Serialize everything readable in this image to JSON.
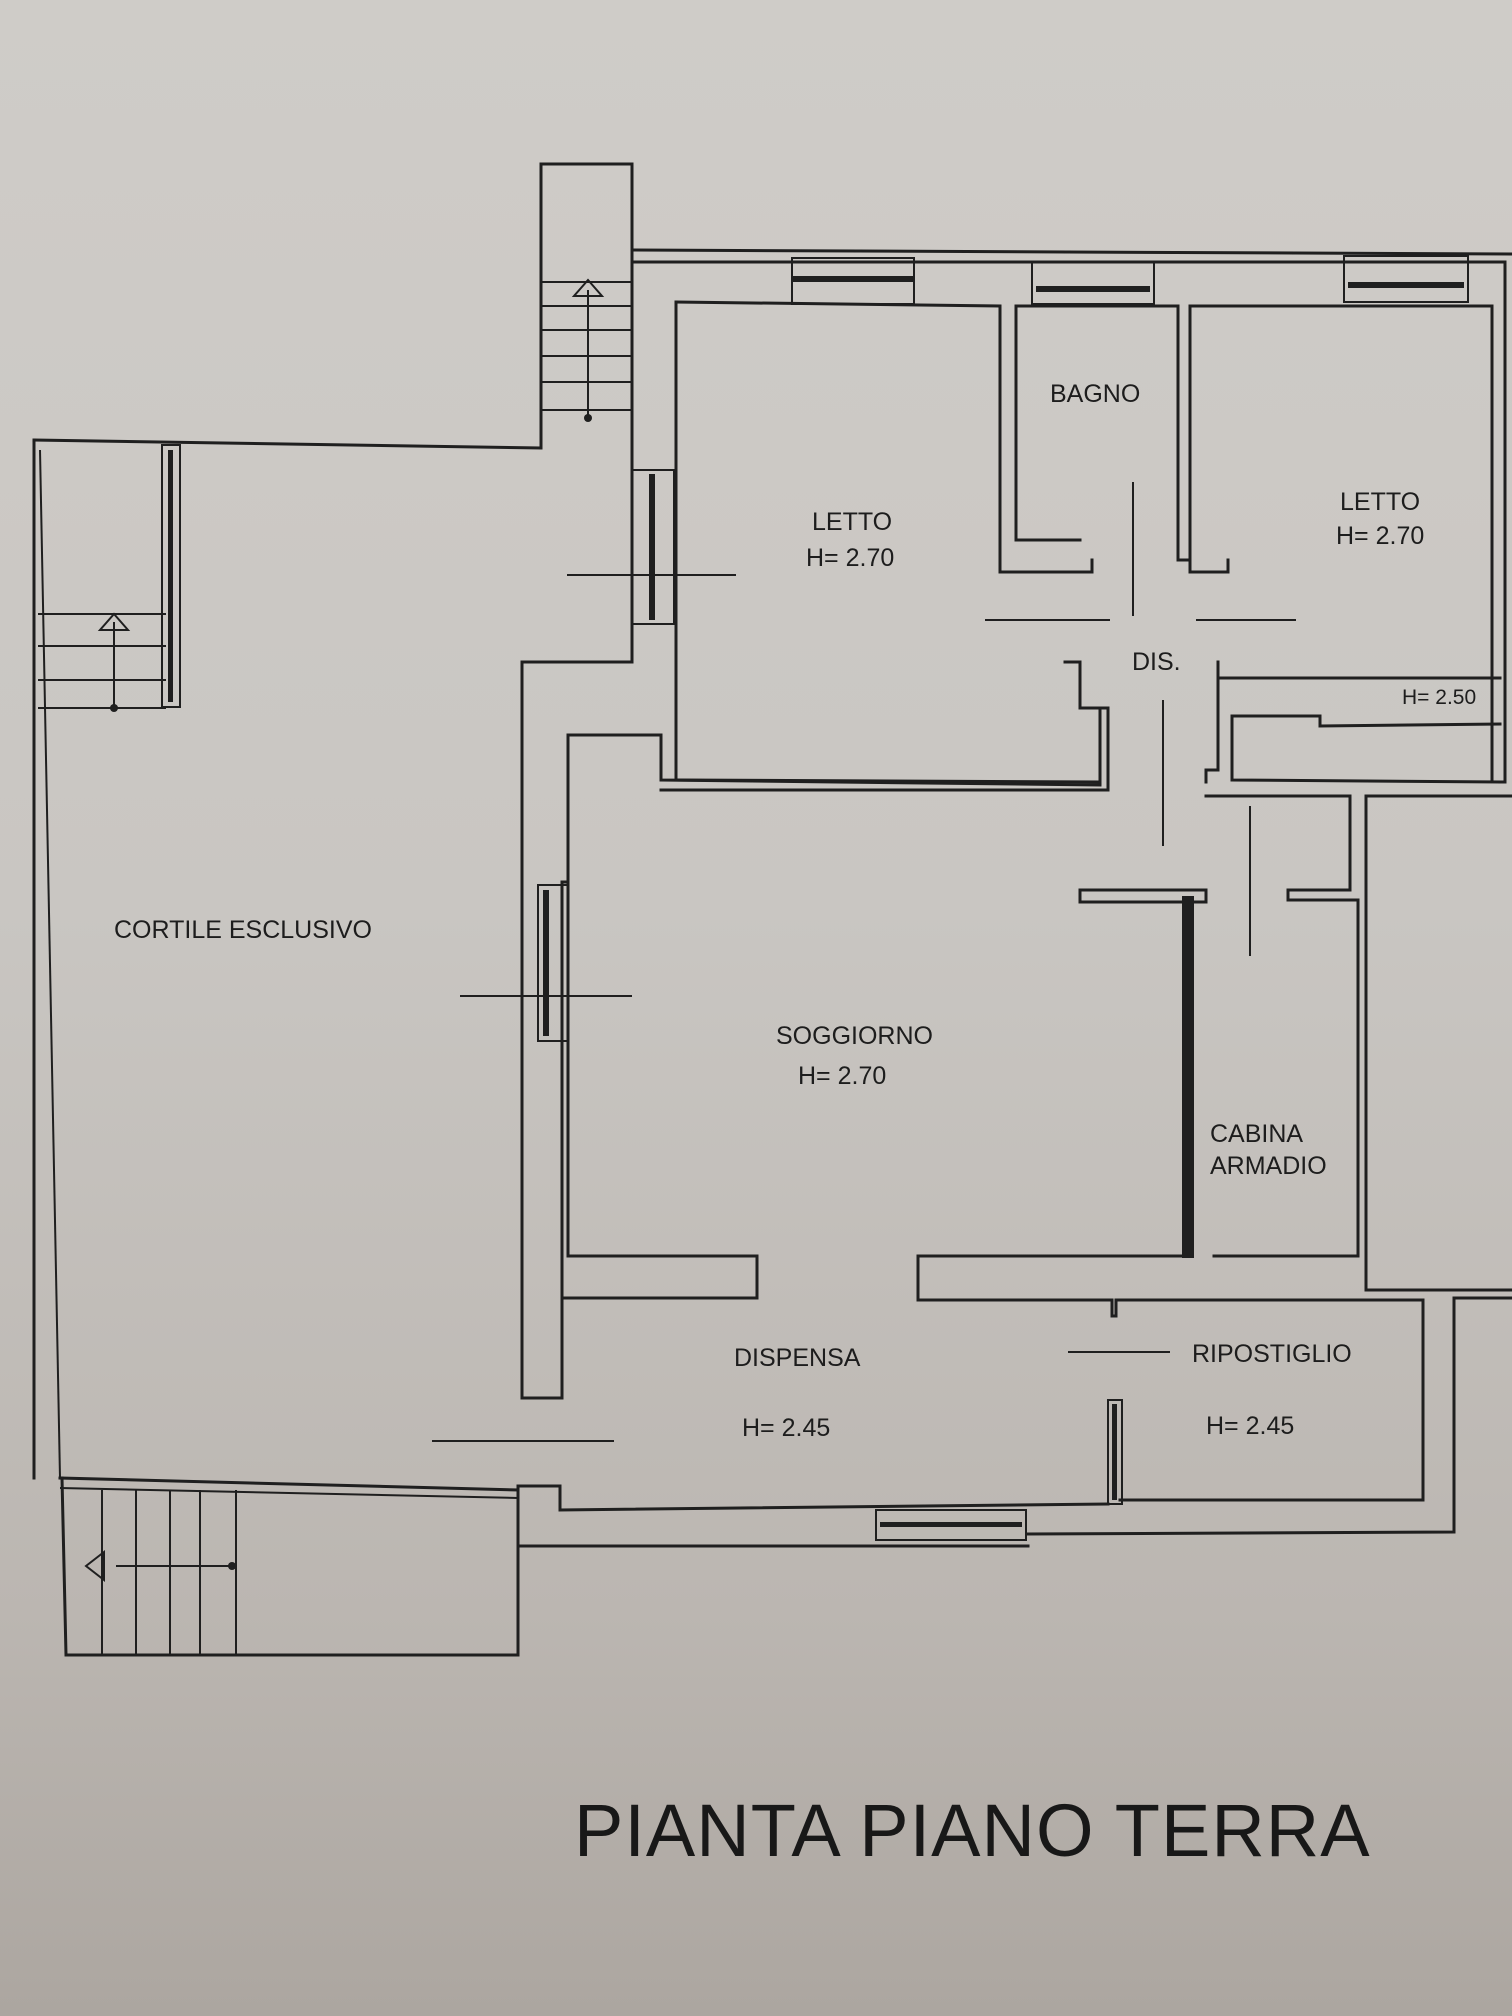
{
  "title": "PIANTA PIANO TERRA",
  "colors": {
    "paper": "#cbc8c4",
    "line": "#1f1f1f"
  },
  "rooms": {
    "cortile": {
      "name": "CORTILE ESCLUSIVO"
    },
    "letto_left": {
      "name": "LETTO",
      "height": "H= 2.70"
    },
    "bagno": {
      "name": "BAGNO"
    },
    "letto_right": {
      "name": "LETTO",
      "height": "H= 2.70"
    },
    "dis": {
      "name": "DIS."
    },
    "closet_strip": {
      "height": "H= 2.50"
    },
    "soggiorno": {
      "name": "SOGGIORNO",
      "height": "H= 2.70"
    },
    "cabina": {
      "name_line1": "CABINA",
      "name_line2": "ARMADIO"
    },
    "dispensa": {
      "name": "DISPENSA",
      "height": "H= 2.45"
    },
    "ripostiglio": {
      "name": "RIPOSTIGLIO",
      "height": "H= 2.45"
    }
  },
  "symbols": {
    "stairs": "stairs-arrow-icon",
    "window": "window-icon"
  }
}
